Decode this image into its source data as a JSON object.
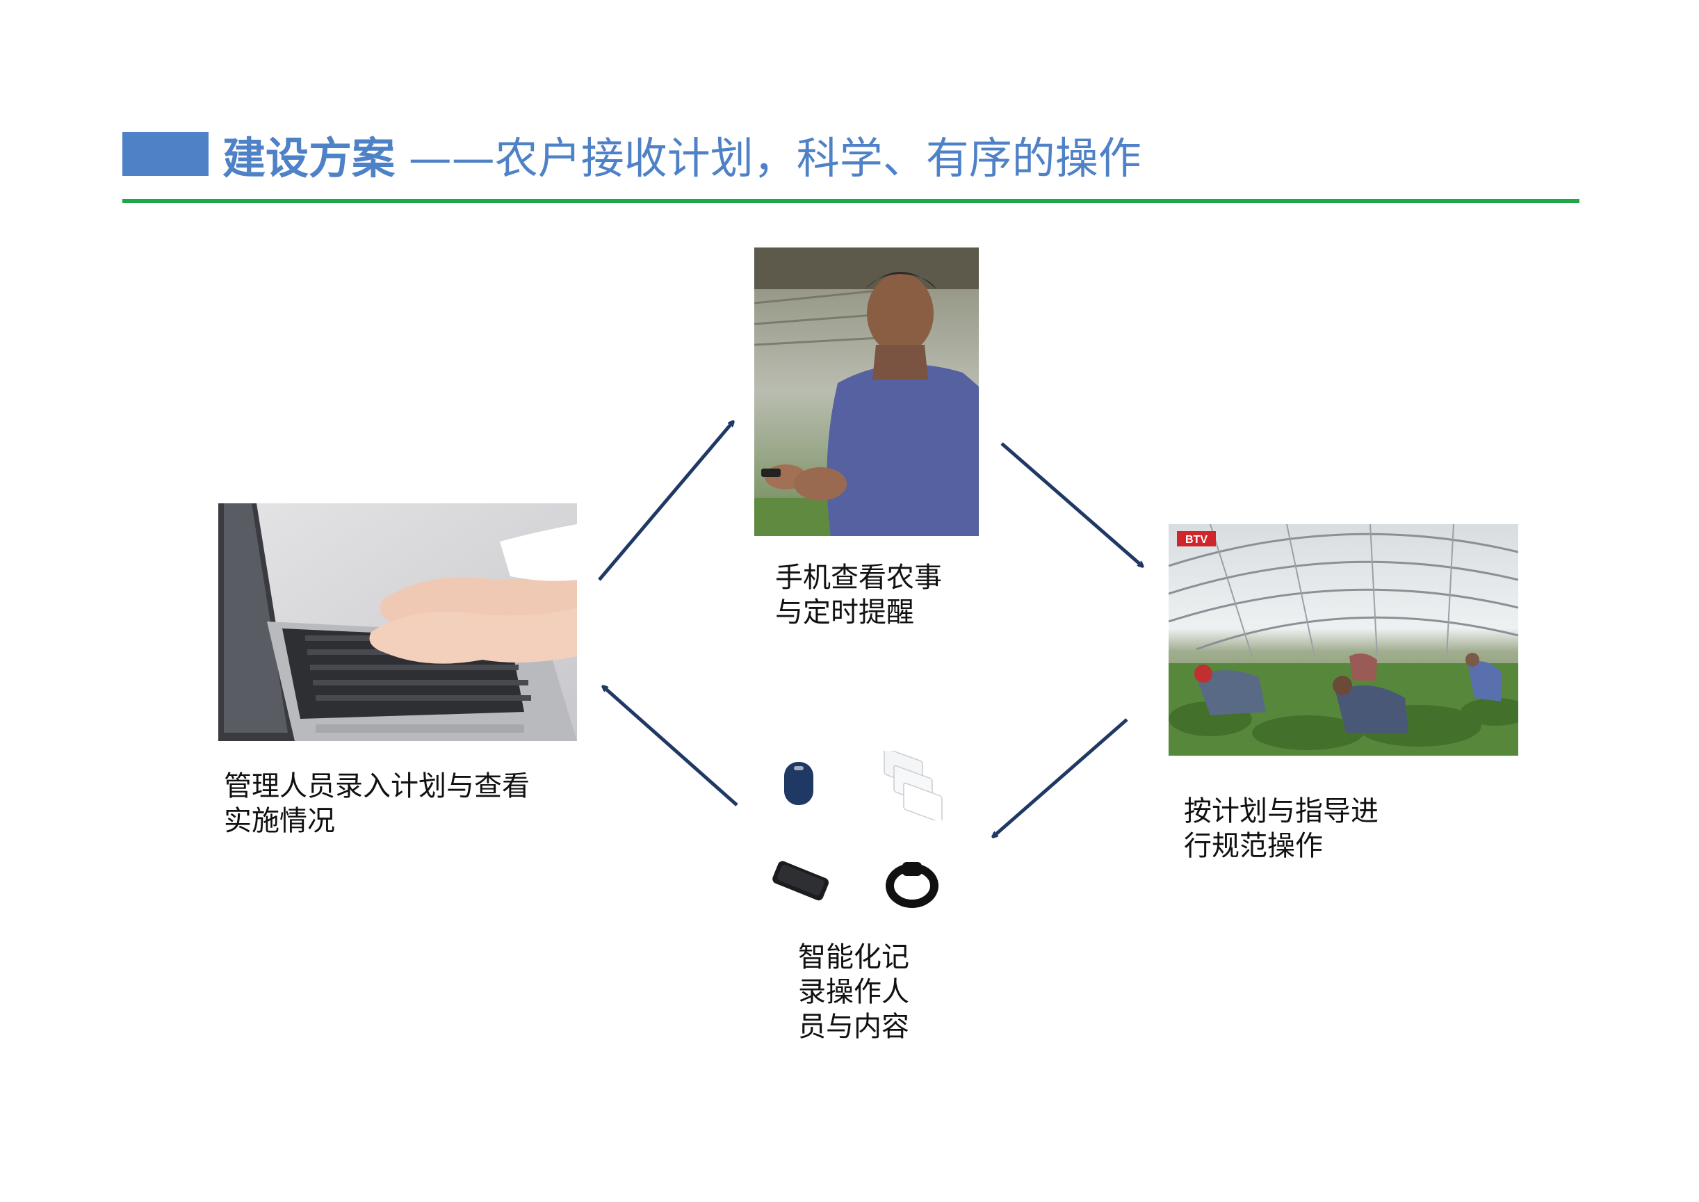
{
  "header": {
    "title_bold": "建设方案",
    "title_rest": "——农户接收计划，科学、有序的操作"
  },
  "colors": {
    "title_blue": "#4f81c7",
    "rule_green": "#1ea64a",
    "arrow_navy": "#1f3864"
  },
  "nodes": {
    "farmer": {
      "caption_line1": "手机查看农事",
      "caption_line2": "与定时提醒"
    },
    "manager": {
      "caption_line1": "管理人员录入计划与查看",
      "caption_line2": "实施情况"
    },
    "greenhouse": {
      "caption_line1": "按计划与指导进",
      "caption_line2": "行规范操作",
      "logo": "BTV"
    },
    "devices": {
      "caption_line1": "智能化记",
      "caption_line2": "录操作人",
      "caption_line3": "员与内容"
    }
  },
  "icons": {
    "keyfob": "rfid-keyfob-icon",
    "cards": "rfid-cards-icon",
    "reader": "card-reader-icon",
    "wristband": "rfid-wristband-icon"
  }
}
